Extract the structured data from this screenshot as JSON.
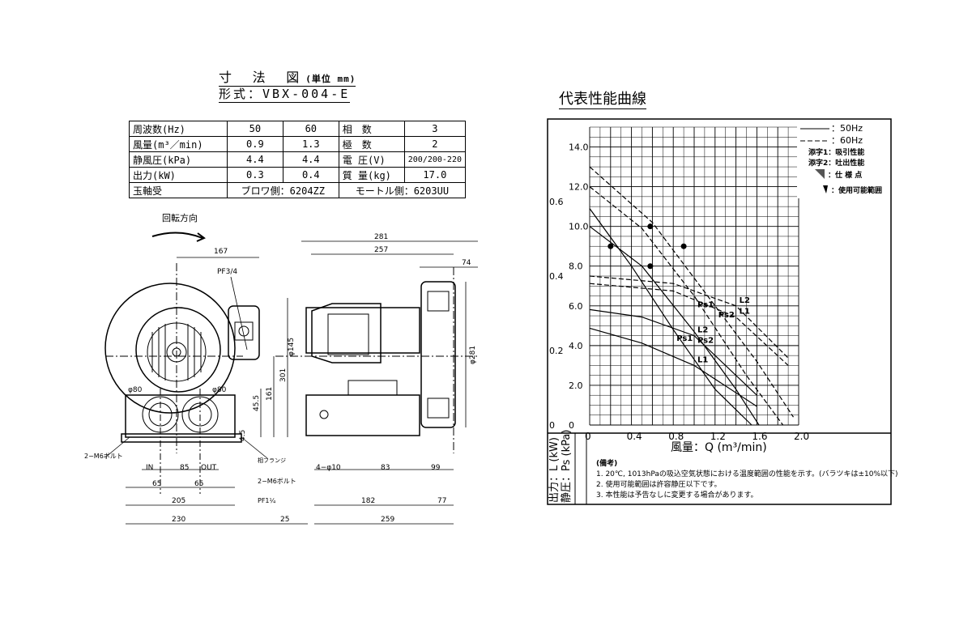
{
  "dimension_drawing": {
    "title": "寸 法 図",
    "unit": "(単位 mm)",
    "model": "形式：VBX-004-E",
    "rotation_label": "回転方向",
    "spec_table": [
      [
        "周波数(Hz)",
        "50",
        "60",
        "相　数",
        "3"
      ],
      [
        "風量(m³／min)",
        "0.9",
        "1.3",
        "極　数",
        "2"
      ],
      [
        "静風圧(kPa)",
        "4.4",
        "4.4",
        "電 圧(V)",
        "200/200-220"
      ],
      [
        "出力(kW)",
        "0.3",
        "0.4",
        "質 量(kg)",
        "17.0"
      ]
    ],
    "bearing_row": {
      "label": "玉軸受",
      "blower": "ブロワ側：6204ZZ",
      "motor": "モートル側：6203UU"
    },
    "dims": {
      "d167": "167",
      "d281": "281",
      "d257": "257",
      "d74": "74",
      "pf34": "PF3/4",
      "phi145": "φ145",
      "phi281": "φ281",
      "d301": "301",
      "d161": "161",
      "d455": "45.5",
      "d45": "4.5",
      "phi80a": "φ80",
      "phi80b": "φ80",
      "m6bolt_a": "2−M6ボルト",
      "in": "IN",
      "d85": "85",
      "out": "OUT",
      "d65a": "65",
      "d65b": "65",
      "d205": "205",
      "d230": "230",
      "pf114": "PF1¼",
      "m6bolt_b": "2−M6ボルト",
      "flange": "相フランジ",
      "phi10": "4−φ10",
      "d83": "83",
      "d99": "99",
      "d182": "182",
      "d77": "77",
      "d25": "25",
      "d259": "259"
    }
  },
  "performance": {
    "title": "代表性能曲線",
    "legend": {
      "hz50": "：50Hz",
      "hz60": "：60Hz",
      "sub1": "添字1：吸引性能",
      "sub2": "添字2：吐出性能",
      "spec_point": "：仕 様 点",
      "range": "：使用可能範囲"
    },
    "remarks_head": "(備考)",
    "remarks": [
      "1. 20℃, 1013hPaの吸込空気状態における温度範囲の性能を示す。(バラツキは±10%以下)",
      "2. 使用可能範囲は許容静圧以下です。",
      "3. 本性能は予告なしに変更する場合があります。"
    ],
    "ylabel_power": "出力：L (kW)",
    "ylabel_pressure": "静圧：Ps (kPa)",
    "xlabel": "風量：Q (m³/min)"
  },
  "chart_data": {
    "type": "line",
    "xlabel": "風量：Q (m³/min)",
    "xlim": [
      0,
      2.0
    ],
    "x_ticks": [
      "0",
      "0.4",
      "0.8",
      "1.2",
      "1.6",
      "2.0"
    ],
    "ylim_pressure": [
      0,
      15
    ],
    "y_ticks_pressure": [
      "0",
      "2.0",
      "4.0",
      "6.0",
      "8.0",
      "10.0",
      "12.0",
      "14.0"
    ],
    "ylim_power": [
      0,
      0.8
    ],
    "y_ticks_power": [
      "0",
      "0.2",
      "0.4",
      "0.6"
    ],
    "series": [
      {
        "name": "Ps1",
        "style": "50Hz",
        "axis": "pressure",
        "x": [
          0,
          0.4,
          0.8,
          1.2,
          1.55
        ],
        "y": [
          10.9,
          8.0,
          4.8,
          1.8,
          0
        ]
      },
      {
        "name": "Ps2",
        "style": "50Hz",
        "axis": "pressure",
        "x": [
          0,
          0.5,
          1.0,
          1.4,
          1.62
        ],
        "y": [
          10.0,
          8.0,
          4.7,
          1.8,
          0
        ]
      },
      {
        "name": "Ps1",
        "style": "60Hz",
        "axis": "pressure",
        "x": [
          0,
          0.5,
          1.0,
          1.5,
          1.85
        ],
        "y": [
          12.0,
          9.9,
          6.5,
          2.5,
          0
        ]
      },
      {
        "name": "Ps2",
        "style": "60Hz",
        "axis": "pressure",
        "x": [
          0,
          0.6,
          1.2,
          1.6,
          1.95
        ],
        "y": [
          13.0,
          10.2,
          6.0,
          3.2,
          0.4
        ]
      },
      {
        "name": "L1",
        "style": "50Hz",
        "axis": "power",
        "x": [
          0,
          0.5,
          1.0,
          1.6
        ],
        "y": [
          0.26,
          0.22,
          0.16,
          0.05
        ]
      },
      {
        "name": "L2",
        "style": "50Hz",
        "axis": "power",
        "x": [
          0,
          0.5,
          1.0,
          1.6
        ],
        "y": [
          0.31,
          0.29,
          0.24,
          0.08
        ]
      },
      {
        "name": "L1",
        "style": "60Hz",
        "axis": "power",
        "x": [
          0,
          0.8,
          1.4,
          1.9
        ],
        "y": [
          0.38,
          0.36,
          0.29,
          0.16
        ]
      },
      {
        "name": "L2",
        "style": "60Hz",
        "axis": "power",
        "x": [
          0,
          0.8,
          1.4,
          1.9
        ],
        "y": [
          0.4,
          0.38,
          0.32,
          0.18
        ]
      }
    ],
    "spec_points": [
      {
        "x": 0.2,
        "y": 9.0
      },
      {
        "x": 0.58,
        "y": 8.0
      },
      {
        "x": 0.58,
        "y": 10.0
      },
      {
        "x": 0.9,
        "y": 9.0
      }
    ]
  }
}
